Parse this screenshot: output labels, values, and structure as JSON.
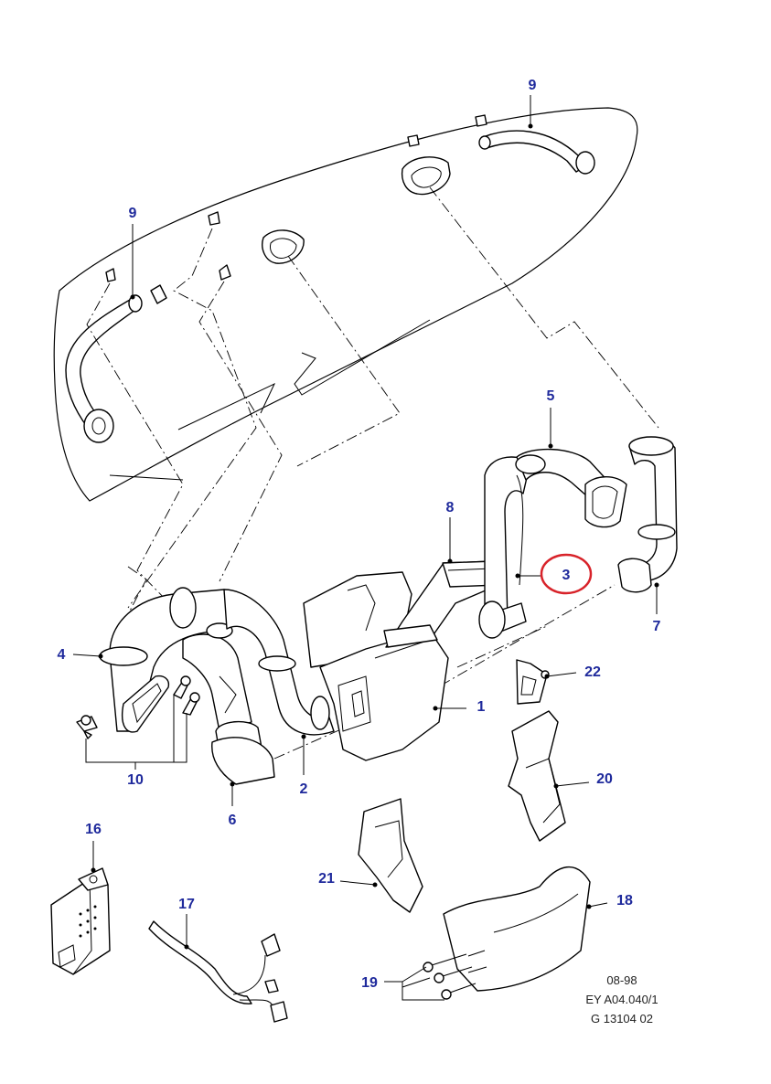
{
  "callouts": {
    "c1": "1",
    "c2": "2",
    "c3": "3",
    "c4": "4",
    "c5": "5",
    "c6": "6",
    "c7": "7",
    "c8": "8",
    "c9a": "9",
    "c9b": "9",
    "c10": "10",
    "c16": "16",
    "c17": "17",
    "c18": "18",
    "c19": "19",
    "c20": "20",
    "c21": "21",
    "c22": "22"
  },
  "reference": {
    "date": "08-98",
    "code": "EY A04.040/1",
    "number": "G 13104 02"
  },
  "highlight": {
    "callout": "3",
    "color": "#d8232a"
  },
  "colors": {
    "callout_text": "#1f2a9c",
    "line": "#000000"
  }
}
